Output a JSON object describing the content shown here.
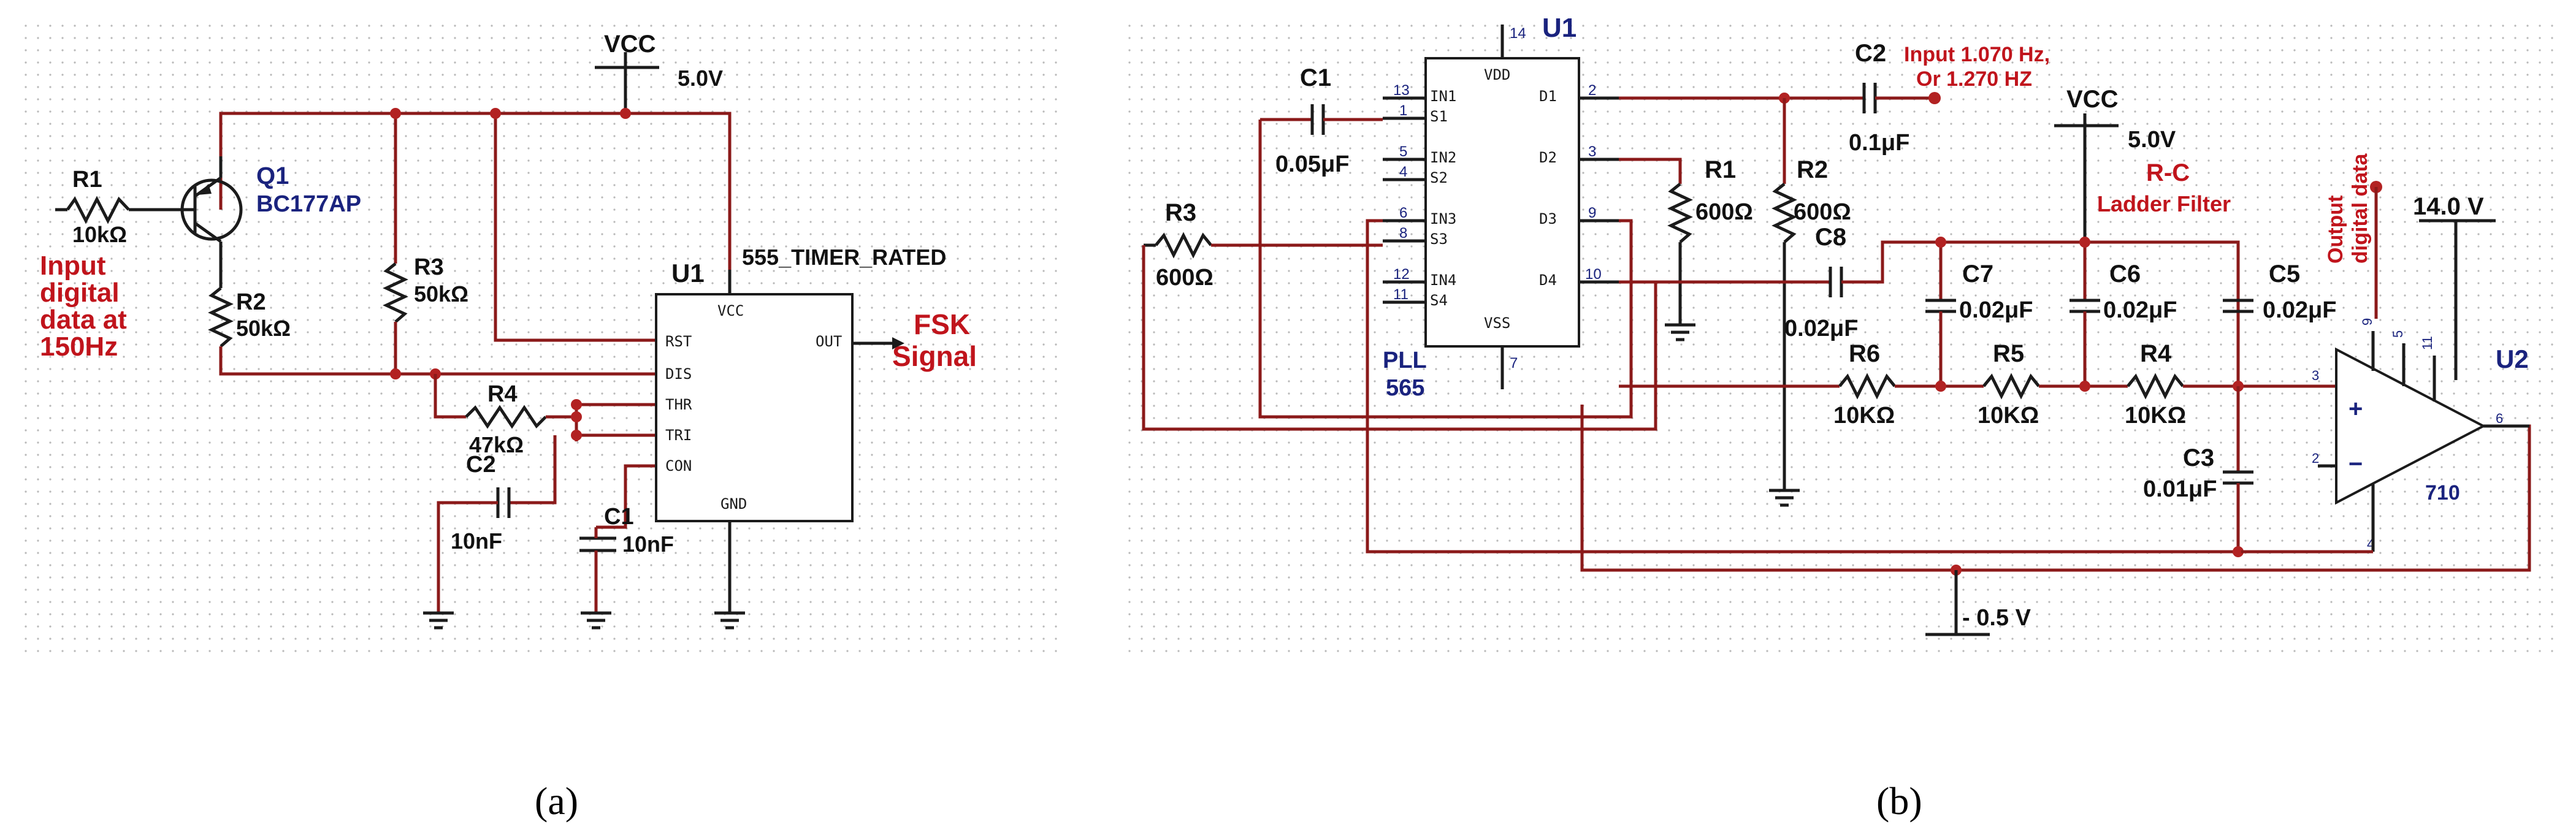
{
  "panel_a": {
    "vcc_label": "VCC",
    "vcc_value": "5.0V",
    "r1_name": "R1",
    "r1_value": "10kΩ",
    "q1_name": "Q1",
    "q1_part": "BC177AP",
    "input_label": [
      "Input",
      "digital",
      "data at",
      "150Hz"
    ],
    "r2_name": "R2",
    "r2_value": "50kΩ",
    "r3_name": "R3",
    "r3_value": "50kΩ",
    "u1_name": "U1",
    "u1_part": "555_TIMER_RATED",
    "pins": [
      "VCC",
      "RST",
      "OUT",
      "DIS",
      "THR",
      "TRI",
      "CON",
      "GND"
    ],
    "r4_name": "R4",
    "r4_value": "47kΩ",
    "c2_name": "C2",
    "c2_value": "10nF",
    "c1_name": "C1",
    "c1_value": "10nF",
    "output_label": [
      "FSK",
      "Signal"
    ],
    "caption": "(a)"
  },
  "panel_b": {
    "u1_name": "U1",
    "u1_part": [
      "PLL",
      "565"
    ],
    "u1_pins_left": [
      "IN1",
      "S1",
      "IN2",
      "S2",
      "IN3",
      "S3",
      "IN4",
      "S4"
    ],
    "u1_pins_right": [
      "VDD",
      "D1",
      "D2",
      "D3",
      "D4",
      "VSS"
    ],
    "u1_pin_numbers": [
      "14",
      "13",
      "1",
      "5",
      "4",
      "6",
      "8",
      "12",
      "11",
      "2",
      "3",
      "9",
      "10",
      "7"
    ],
    "c1_name": "C1",
    "c1_value": "0.05μF",
    "r3_name": "R3",
    "r3_value": "600Ω",
    "c2_name": "C2",
    "c2_value": "0.1μF",
    "input_note": [
      "Input 1.070 Hz,",
      "Or 1.270 HZ"
    ],
    "vcc_label": "VCC",
    "vcc_value": "5.0V",
    "r1_name": "R1",
    "r1_value": "600Ω",
    "r2_name": "R2",
    "r2_value": "600Ω",
    "c8_name": "C8",
    "c8_value": "0.02μF",
    "filter_label": [
      "R-C",
      "Ladder Filter"
    ],
    "c7_name": "C7",
    "c7_value": "0.02μF",
    "c6_name": "C6",
    "c6_value": "0.02μF",
    "c5_name": "C5",
    "c5_value": "0.02μF",
    "r6_name": "R6",
    "r6_value": "10KΩ",
    "r5_name": "R5",
    "r5_value": "10KΩ",
    "r4_name": "R4",
    "r4_value": "10KΩ",
    "c3_name": "C3",
    "c3_value": "0.01μF",
    "output_label": [
      "Output",
      "digital data"
    ],
    "vplus_value": "14.0 V",
    "u2_name": "U2",
    "u2_part": "710",
    "u2_pins": [
      "9",
      "5",
      "11",
      "3",
      "2",
      "6",
      "4"
    ],
    "vminus_value": "- 0.5 V",
    "caption": "(b)"
  }
}
